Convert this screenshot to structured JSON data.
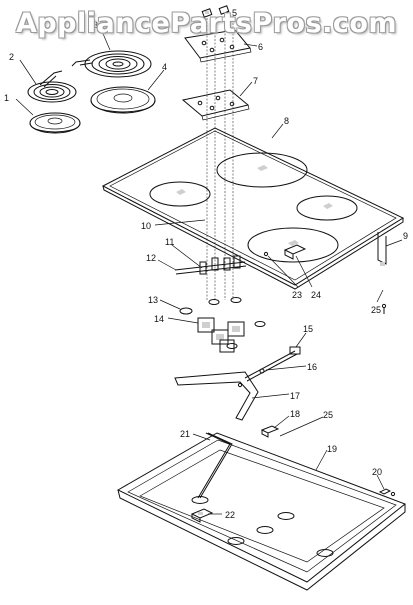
{
  "watermark": "AppliancePartsPros.com",
  "callouts": [
    "1",
    "2",
    "3",
    "4",
    "5",
    "6",
    "7",
    "8",
    "9",
    "10",
    "11",
    "12",
    "13",
    "14",
    "15",
    "16",
    "17",
    "18",
    "19",
    "20",
    "21",
    "22",
    "23",
    "24",
    "25",
    "25"
  ]
}
